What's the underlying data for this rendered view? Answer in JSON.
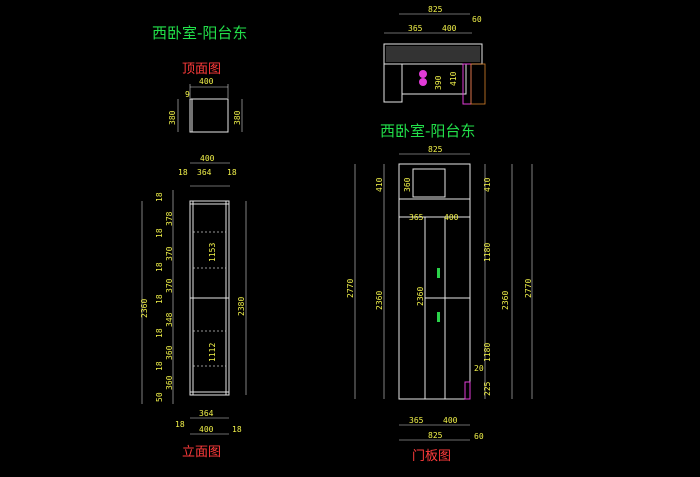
{
  "colors": {
    "background": "#000000",
    "title": "#22e04a",
    "subtitle": "#ff3b3b",
    "dimension": "#f2f24a",
    "line": "#e6e6e6",
    "accent_magenta": "#e23bd8",
    "accent_green": "#2bd24a"
  },
  "left": {
    "title": "西卧室-阳台东",
    "top_view": {
      "label": "顶面图",
      "w": "400",
      "t": "9",
      "dl": "380",
      "dr": "380"
    },
    "elevation": {
      "label": "立面图",
      "top_w": "400",
      "t1": "18",
      "mid_w": "364",
      "t2": "18",
      "shelves_left": [
        "18",
        "378",
        "18",
        "370",
        "18",
        "370",
        "18",
        "348",
        "18",
        "360",
        "18",
        "360",
        "50"
      ],
      "inner_h": [
        "1153",
        "1112"
      ],
      "total_left": "2360",
      "total_right": "2380",
      "bot_w": "364",
      "bot_t1": "18",
      "bot_total": "400",
      "bot_t2": "18"
    }
  },
  "right": {
    "plan": {
      "w": "825",
      "ext": "60",
      "a": "365",
      "b": "400",
      "h1": "390",
      "h2": "410"
    },
    "title": "西卧室-阳台东",
    "door": {
      "label": "门板图",
      "top_w": "825",
      "left_h": [
        "410",
        "2360"
      ],
      "left_total": "2770",
      "inner_h": "360",
      "sub_a": "365",
      "sub_b": "400",
      "right_h": [
        "410",
        "1180",
        "2360",
        "1180",
        "20",
        "225"
      ],
      "right_total": "2770",
      "bot_a": "365",
      "bot_b": "400",
      "bot_total": "825",
      "bot_ext": "60"
    }
  }
}
